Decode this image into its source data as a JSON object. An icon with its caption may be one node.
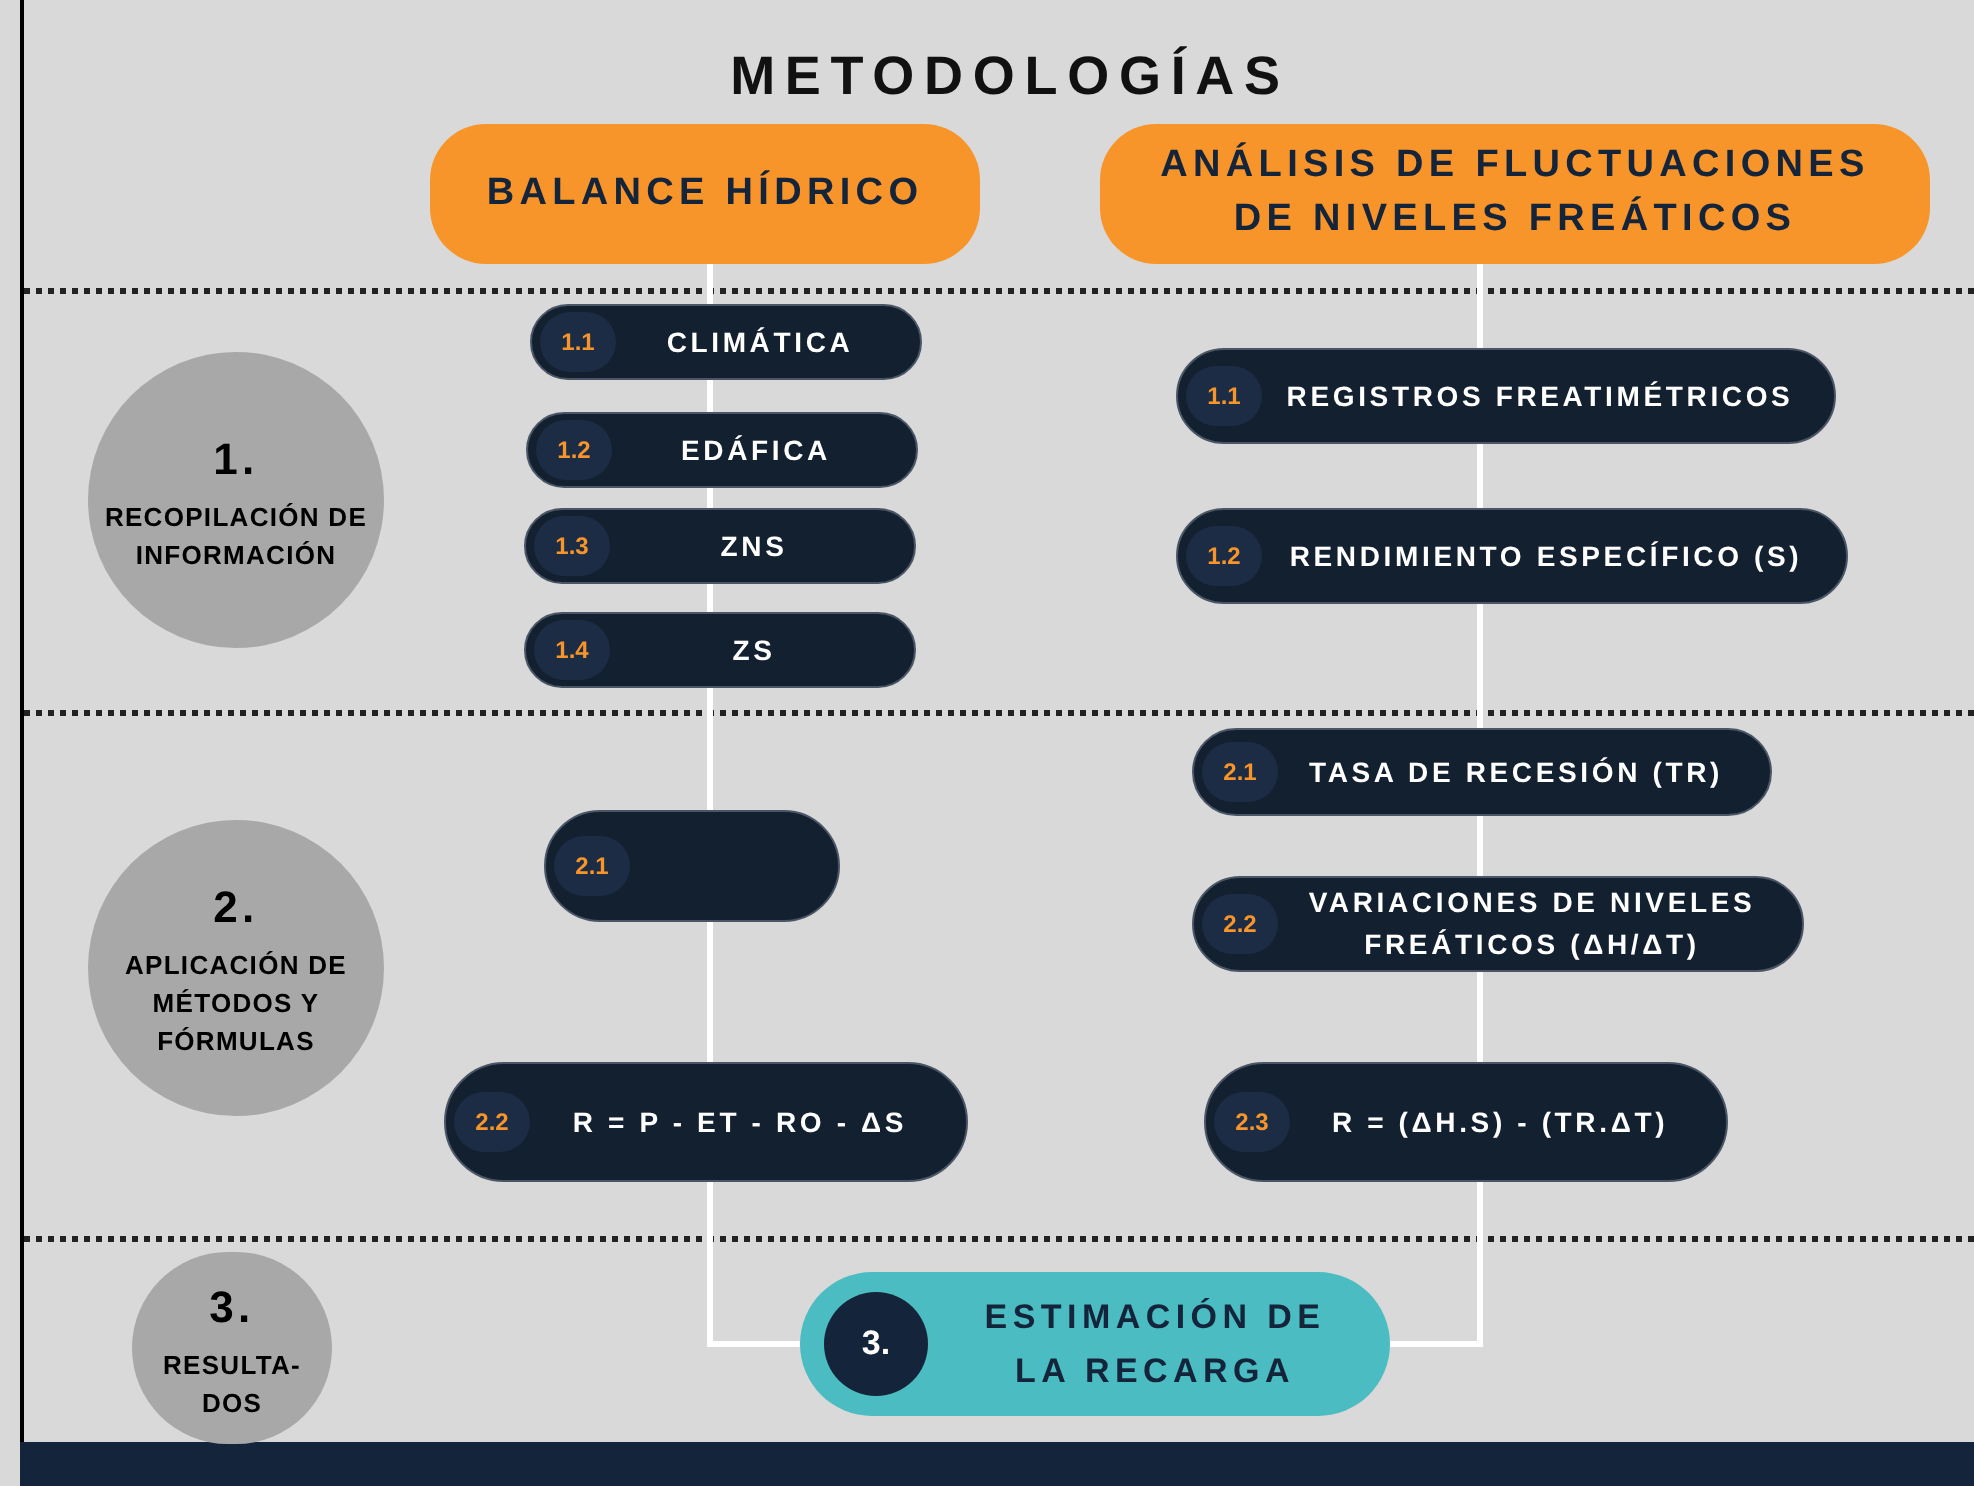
{
  "diagram": {
    "title": "METODOLOGÍAS",
    "nodes": [
      {
        "text": [
          "BALANCE HÍDRICO"
        ]
      },
      {
        "text": [
          "ANÁLISIS DE FLUCTUACIONES DE NIVELES FREÁTICOS"
        ]
      },
      {
        "text": [
          "1.",
          "RECOPILACIÓN DE INFORMACIÓN"
        ]
      },
      {
        "text": [
          "1.1",
          "CLIMÁTICA"
        ]
      },
      {
        "text": [
          "1.2",
          "EDÁFICA"
        ]
      },
      {
        "text": [
          "1.3",
          "ZNS"
        ]
      },
      {
        "text": [
          "1.4",
          "ZS"
        ]
      },
      {
        "text": [
          "1.1",
          "REGISTROS FREATIMÉTRICOS"
        ]
      },
      {
        "text": [
          "1.2",
          "RENDIMIENTO ESPECÍFICO (S)"
        ]
      },
      {
        "text": [
          "2.",
          "APLICACIÓN DE MÉTODOS Y FÓRMULAS"
        ]
      },
      {
        "text": [
          "2.1"
        ]
      },
      {
        "text": [
          "2.1",
          "TASA DE RECESIÓN (TR)"
        ]
      },
      {
        "text": [
          "2.2",
          "VARIACIONES DE NIVELES FREÁTICOS (ΔH/ΔT)"
        ]
      },
      {
        "text": [
          "2.2",
          "R = P - ET - RO - ΔS"
        ]
      },
      {
        "text": [
          "2.3",
          "R = (ΔH.S) - (TR.ΔT)"
        ]
      },
      {
        "text": [
          "3.",
          "RESULTA- DOS"
        ]
      },
      {
        "text": [
          "3.",
          "ESTIMACIÓN DE LA RECARGA"
        ]
      }
    ],
    "edges": [
      {
        "from": 0,
        "to": 3,
        "arrow": "none"
      },
      {
        "from": 3,
        "to": 4,
        "arrow": "none"
      },
      {
        "from": 4,
        "to": 5,
        "arrow": "none"
      },
      {
        "from": 5,
        "to": 6,
        "arrow": "none"
      },
      {
        "from": 6,
        "to": 10,
        "arrow": "none"
      },
      {
        "from": 10,
        "to": 13,
        "arrow": "none"
      },
      {
        "from": 13,
        "to": 16,
        "arrow": "none"
      },
      {
        "from": 1,
        "to": 7,
        "arrow": "none"
      },
      {
        "from": 7,
        "to": 8,
        "arrow": "none"
      },
      {
        "from": 8,
        "to": 11,
        "arrow": "none"
      },
      {
        "from": 11,
        "to": 12,
        "arrow": "none"
      },
      {
        "from": 12,
        "to": 14,
        "arrow": "none"
      },
      {
        "from": 14,
        "to": 16,
        "arrow": "none"
      }
    ]
  }
}
